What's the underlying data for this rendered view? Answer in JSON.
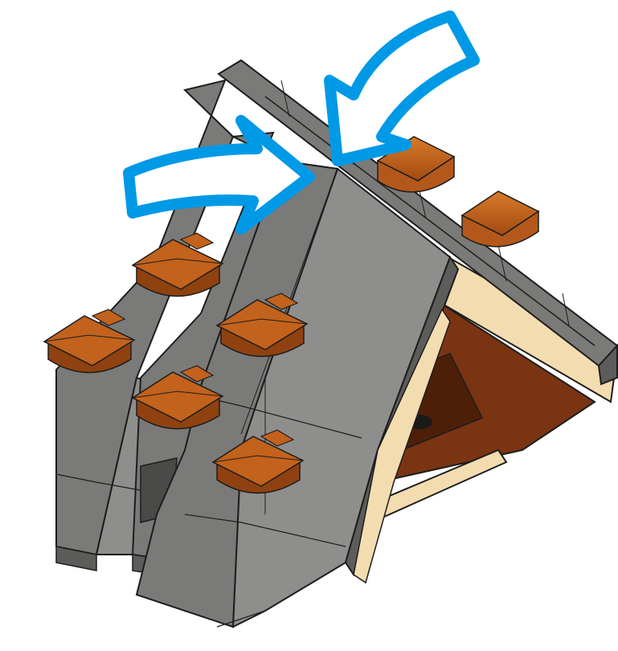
{
  "colors": {
    "background": "#ffffff",
    "gray_light": "#8e8e8c",
    "gray_mid": "#7a7a78",
    "gray_dark": "#5c5c5a",
    "gray_shadow": "#4a4a48",
    "tan": "#f3dcb0",
    "tan_dark": "#d9bd8a",
    "brown": "#7a3412",
    "brown_dark": "#4e1f08",
    "orange": "#c2621c",
    "orange_dark": "#8f420f",
    "arrow_blue": "#0099e6",
    "outline": "#1d1d1d"
  },
  "illustration": {
    "subject": "brick-built-roof-assembly",
    "arrows": [
      "push-arrow-left",
      "push-arrow-right"
    ]
  }
}
